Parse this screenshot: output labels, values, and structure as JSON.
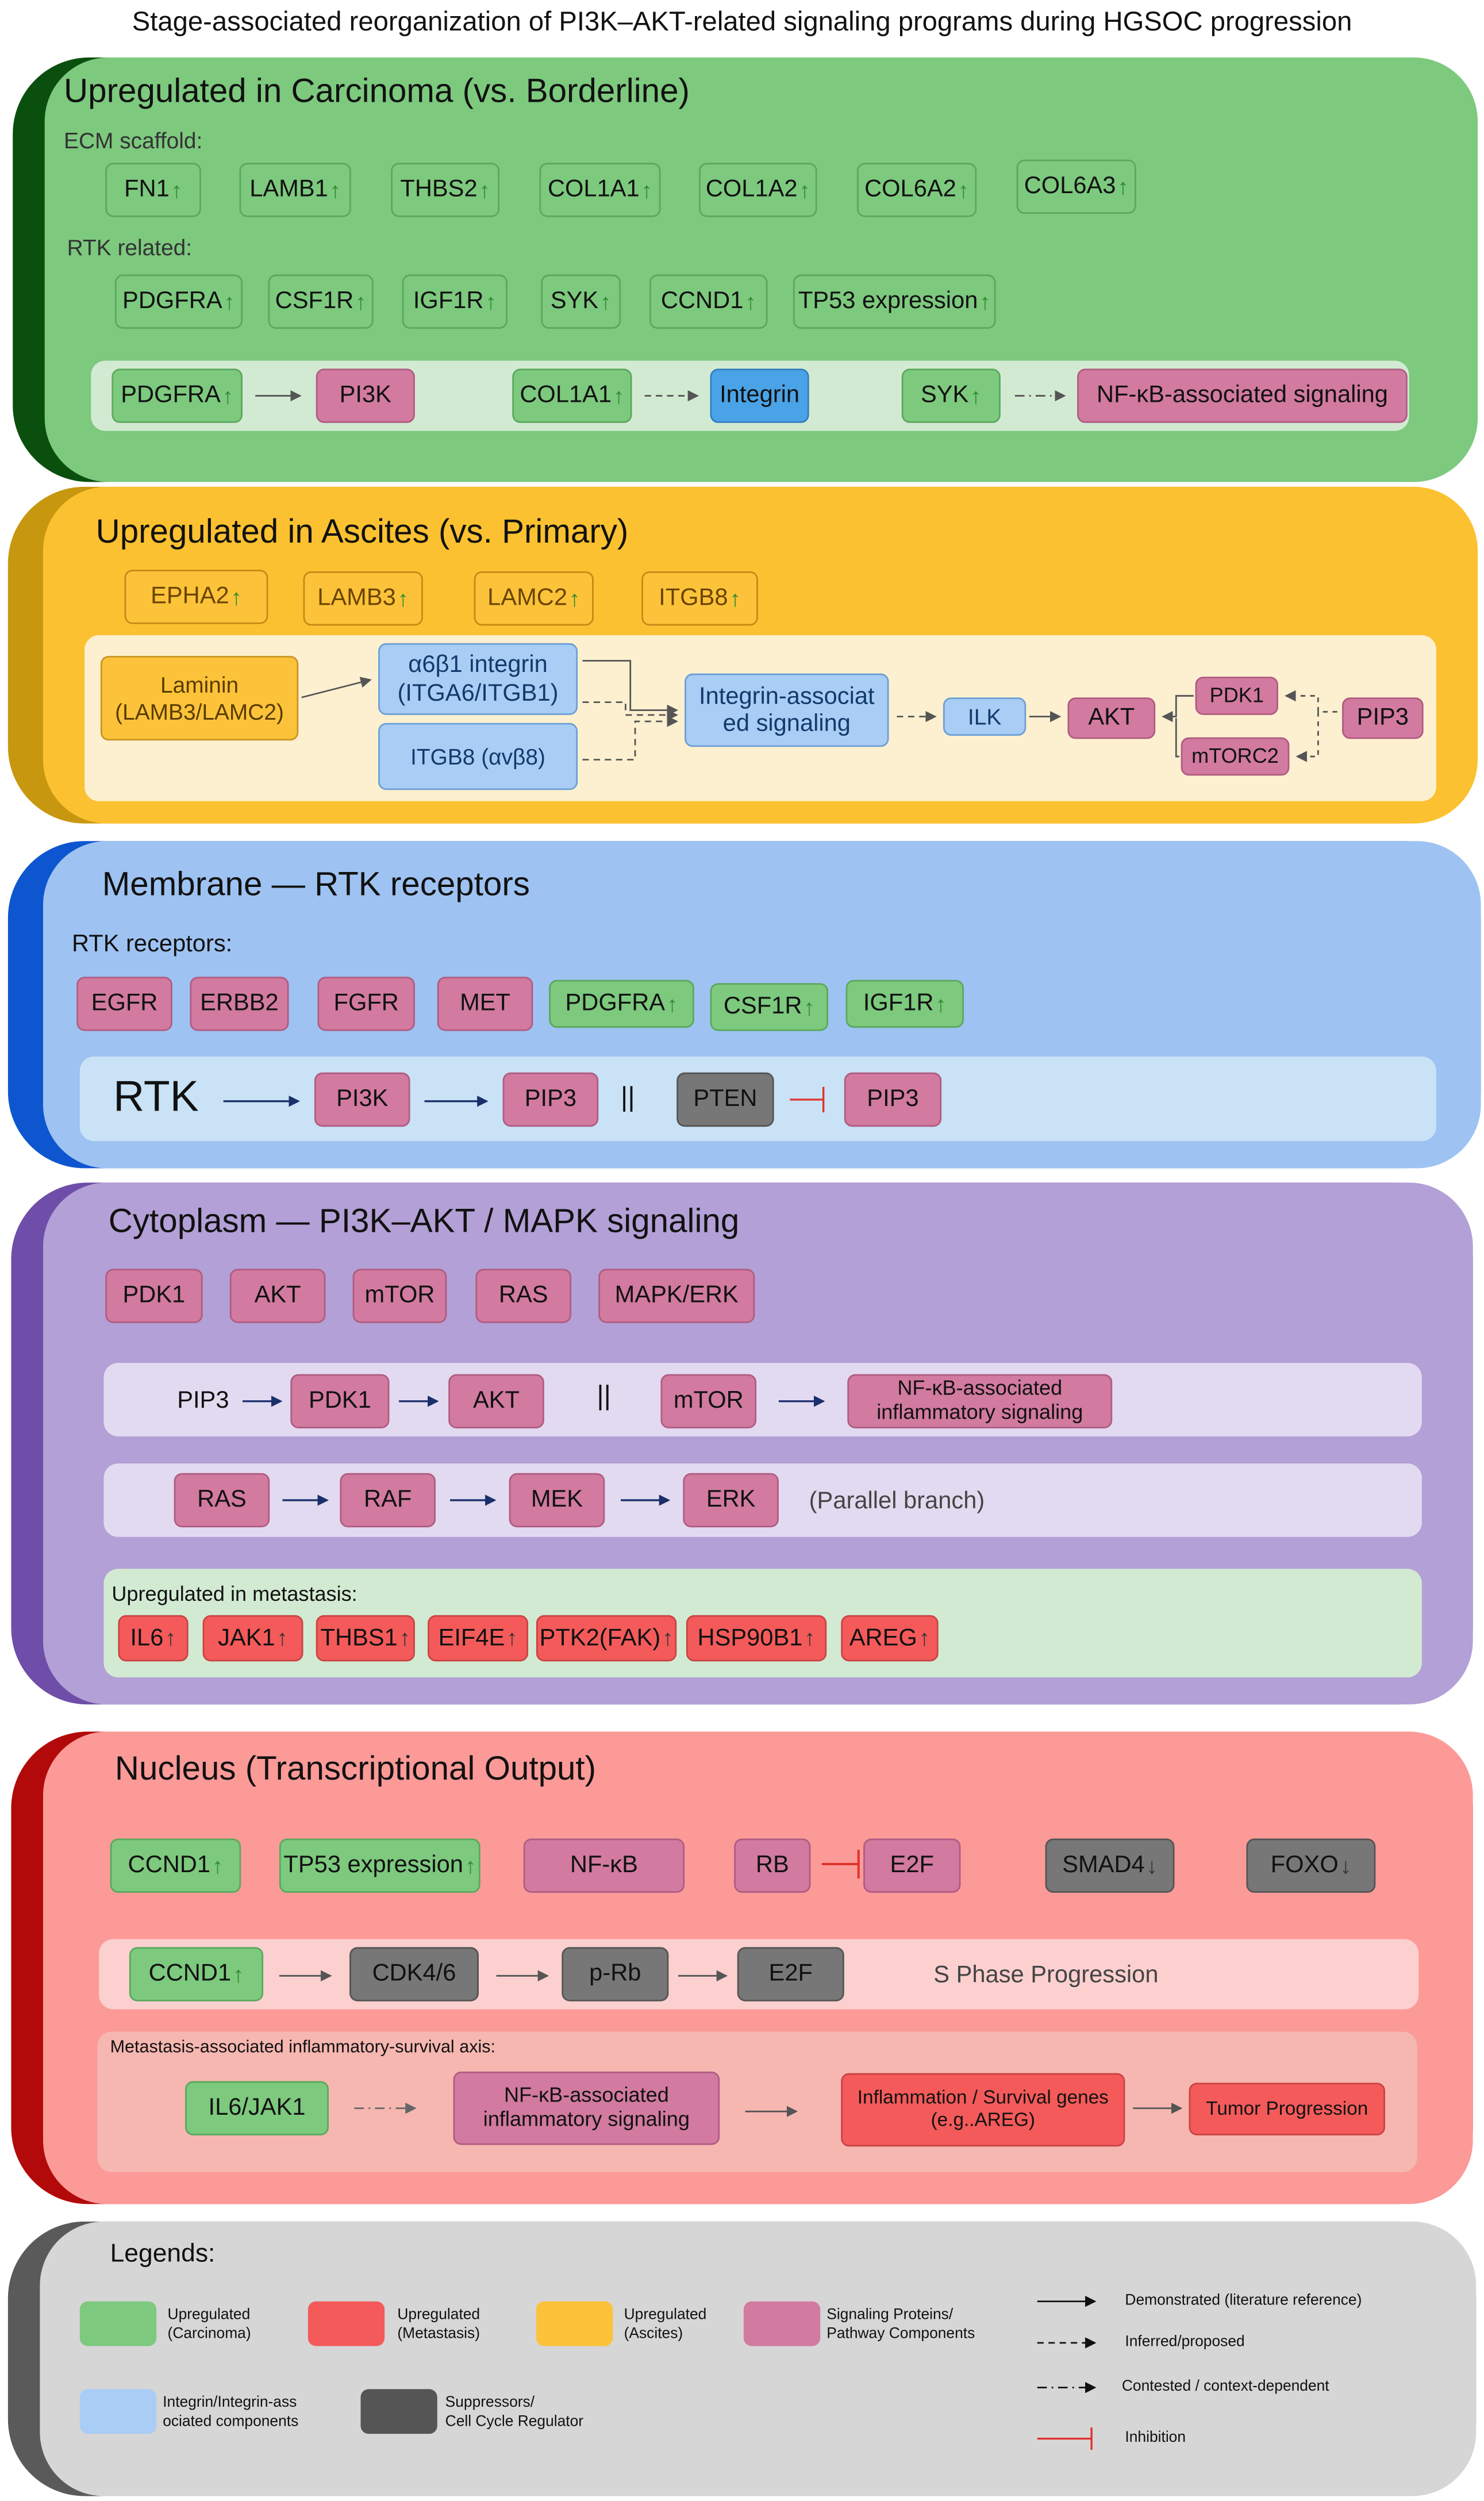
{
  "title": "Stage-associated reorganization of PI3K–AKT-related signaling programs during HGSOC progression",
  "carcinoma": {
    "title": "Upregulated in Carcinoma (vs. Borderline)",
    "ecm_label": "ECM scaffold:",
    "ecm": [
      "FN1",
      "LAMB1",
      "THBS2",
      "COL1A1",
      "COL1A2",
      "COL6A2",
      "COL6A3"
    ],
    "rtk_label": "RTK related:",
    "rtk": [
      "PDGFRA",
      "CSF1R",
      "IGF1R",
      "SYK",
      "CCND1",
      "TP53 expression"
    ],
    "path": [
      "PDGFRA",
      "PI3K",
      "COL1A1",
      "Integrin",
      "SYK",
      "NF-κB-associated signaling"
    ]
  },
  "ascites": {
    "title": "Upregulated in Ascites (vs. Primary)",
    "genes": [
      "EPHA2",
      "LAMB3",
      "LAMC2",
      "ITGB8"
    ],
    "laminin": "Laminin\n(LAMB3/LAMC2)",
    "integrin_a6b1": "α6β1 integrin\n(ITGA6/ITGB1)",
    "itgb8": "ITGB8 (αvβ8)",
    "integrin_sig": "Integrin-associat\ned signaling",
    "ilk": "ILK",
    "akt": "AKT",
    "pdk1": "PDK1",
    "mtorc2": "mTORC2",
    "pip3": "PIP3"
  },
  "membrane": {
    "title": "Membrane — RTK receptors",
    "label": "RTK receptors:",
    "receptors": [
      "EGFR",
      "ERBB2",
      "FGFR",
      "MET"
    ],
    "receptors_up": [
      "PDGFRA",
      "CSF1R",
      "IGF1R"
    ],
    "path": [
      "RTK",
      "PI3K",
      "PIP3",
      "||",
      "PTEN",
      "PIP3"
    ]
  },
  "cytoplasm": {
    "title": "Cytoplasm — PI3K–AKT / MAPK signaling",
    "proteins": [
      "PDK1",
      "AKT",
      "mTOR",
      "RAS",
      "MAPK/ERK"
    ],
    "path1": [
      "PIP3",
      "PDK1",
      "AKT",
      "||",
      "mTOR",
      "NF-κB-associated\ninflammatory signaling"
    ],
    "path2": [
      "RAS",
      "RAF",
      "MEK",
      "ERK",
      "(Parallel branch)"
    ],
    "meta_label": "Upregulated in metastasis:",
    "meta": [
      "IL6",
      "JAK1",
      "THBS1",
      "EIF4E",
      "PTK2(FAK)",
      "HSP90B1",
      "AREG"
    ]
  },
  "nucleus": {
    "title": "Nucleus (Transcriptional Output)",
    "up": [
      "CCND1",
      "TP53 expression"
    ],
    "nfkb": "NF-κB",
    "rb": "RB",
    "e2f": "E2F",
    "down": [
      "SMAD4",
      "FOXO"
    ],
    "cycle": [
      "CCND1",
      "CDK4/6",
      "p-Rb",
      "E2F",
      "S Phase Progression"
    ],
    "axis_label": "Metastasis-associated inflammatory-survival axis:",
    "axis": [
      "IL6/JAK1",
      "NF-κB-associated\ninflammatory signaling",
      "Inflammation / Survival genes\n(e.g..AREG)",
      "Tumor Progression"
    ]
  },
  "legend": {
    "title": "Legends:",
    "items": [
      {
        "text": "Upregulated\n(Carcinoma)",
        "color": "#7dc97e"
      },
      {
        "text": "Upregulated\n(Metastasis)",
        "color": "#f45a5a"
      },
      {
        "text": "Upregulated\n(Ascites)",
        "color": "#fcc33a"
      },
      {
        "text": "Signaling Proteins/\nPathway Components",
        "color": "#d27aa0"
      },
      {
        "text": "Integrin/Integrin-ass\nociated components",
        "color": "#a9cdf4"
      },
      {
        "text": "Suppressors/\nCell Cycle Regulator",
        "color": "#555555"
      }
    ],
    "lines": [
      "Demonstrated (literature reference)",
      "Inferred/proposed",
      "Contested / context-dependent",
      "Inhibition"
    ]
  },
  "colors": {
    "carcinoma": "#7dc97e",
    "ascites": "#fcc33a",
    "membrane": "#9ec3f2",
    "cytoplasm": "#b3a0d6",
    "nucleus": "#fc9a98",
    "legend": "#d6d6d6",
    "inhibition": "#e0302a"
  }
}
